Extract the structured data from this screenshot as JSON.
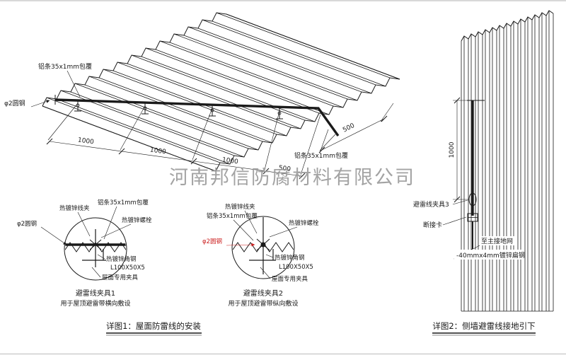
{
  "page": {
    "background": "#ffffff"
  },
  "colors": {
    "line": "#1a1a1a",
    "accent_red": "#cc2222",
    "watermark_gray": "#9a9a9a"
  },
  "watermark": {
    "text": "河南邦信防腐材料有限公司"
  },
  "roof": {
    "strip_label_top": "铝条35x1mm包覆",
    "strip_label_right": "铝条35x1mm包覆",
    "rod_label": "φ2圆钢",
    "dims": [
      "1000",
      "1000",
      "1000",
      "500"
    ],
    "dim_side": "500"
  },
  "detail1": {
    "labels": {
      "clamp": "热镀锌线夹",
      "strip": "铝条35x1mm包覆",
      "bolt": "热镀锌螺栓",
      "rod": "φ2圆钢",
      "angle": "热镀锌角钢",
      "angle_spec": "L100X50X5",
      "fixture": "屋面专用夹具"
    },
    "title": "避雷线夹具1",
    "subtitle": "用于屋顶避雷带横向敷设"
  },
  "detail2": {
    "labels": {
      "clamp": "热镀锌线夹",
      "strip": "铝条35x1mm包覆",
      "bolt": "热镀锌螺栓",
      "rod": "φ2圆钢",
      "angle": "热镀锌角钢",
      "angle_spec": "L100X50X5",
      "fixture": "屋面专用夹具"
    },
    "title": "避雷线夹具2",
    "subtitle": "用于屋顶避雷带纵向敷设"
  },
  "wall": {
    "dim": "1000",
    "labels": {
      "clamp3": "避雷线夹具3",
      "disconnect": "断接卡",
      "to_ground": "至主接地网",
      "flat_steel": "-40mmx4mm镀锌扁钢"
    }
  },
  "captions": {
    "fig1": "详图1：屋面防雷线的安装",
    "fig2": "详图2：侧墙避雷线接地引下"
  }
}
